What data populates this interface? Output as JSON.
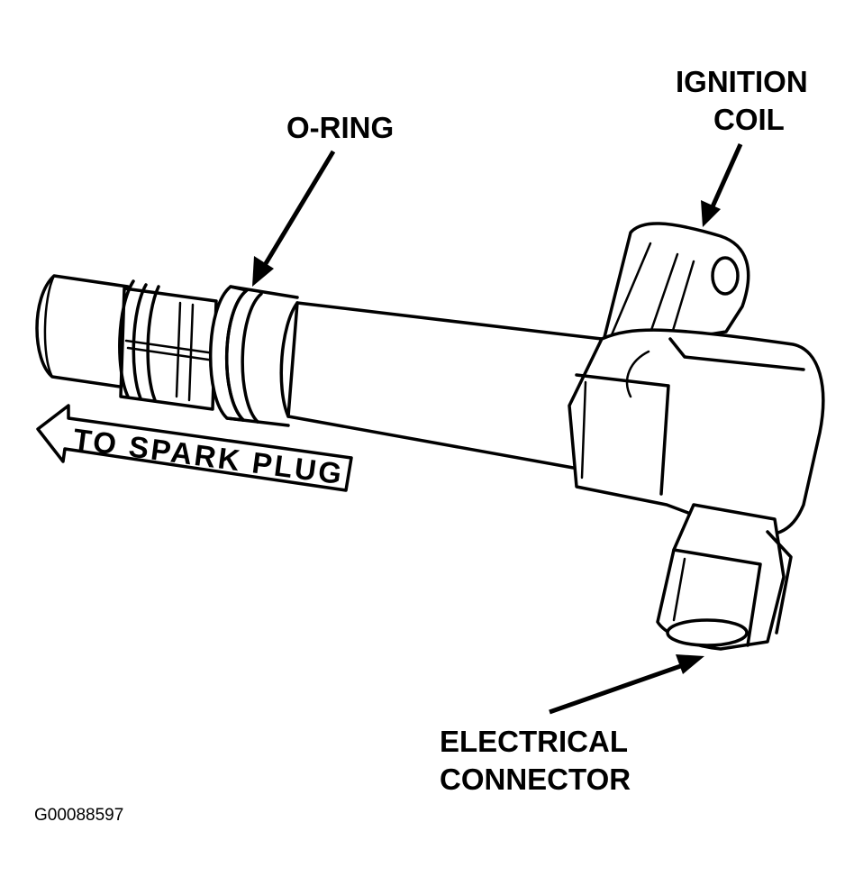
{
  "labels": {
    "o_ring": "O-RING",
    "ignition_coil_line1": "IGNITION",
    "ignition_coil_line2": "COIL",
    "to_spark_plug": "TO SPARK PLUG",
    "electrical_connector_line1": "ELECTRICAL",
    "electrical_connector_line2": "CONNECTOR"
  },
  "figure_id": "G00088597",
  "colors": {
    "ink": "#000000",
    "paper": "#ffffff"
  }
}
